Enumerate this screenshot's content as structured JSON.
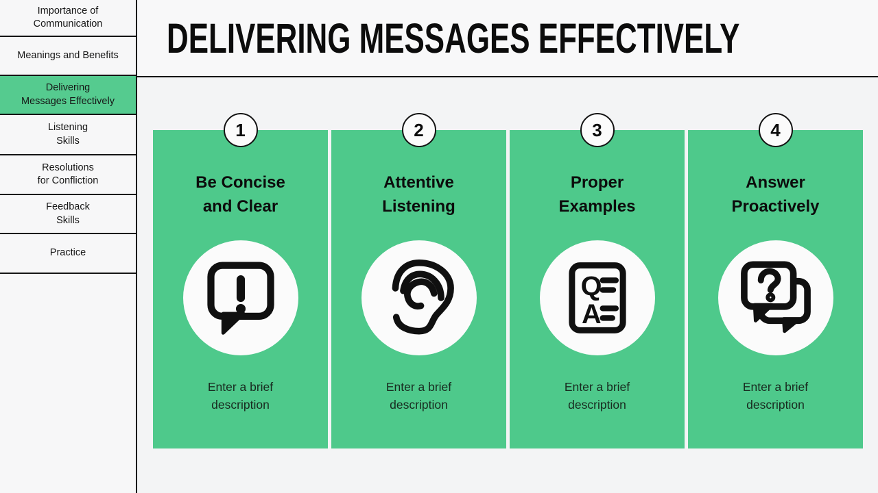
{
  "header": {
    "title": "DELIVERING MESSAGES EFFECTIVELY"
  },
  "sidebar": {
    "items": [
      {
        "label": "Importance of\nCommunication",
        "active": false
      },
      {
        "label": "Meanings and Benefits",
        "active": false
      },
      {
        "label": "Delivering\nMessages Effectively",
        "active": true
      },
      {
        "label": "Listening\nSkills",
        "active": false
      },
      {
        "label": "Resolutions\nfor Confliction",
        "active": false
      },
      {
        "label": "Feedback\nSkills",
        "active": false
      },
      {
        "label": "Practice",
        "active": false
      }
    ]
  },
  "cards": [
    {
      "number": "1",
      "title": "Be Concise\nand Clear",
      "description": "Enter a brief\ndescription",
      "icon": "speech-bubble-exclamation-icon"
    },
    {
      "number": "2",
      "title": "Attentive\nListening",
      "description": "Enter a brief\ndescription",
      "icon": "ear-icon"
    },
    {
      "number": "3",
      "title": "Proper\nExamples",
      "description": "Enter a brief\ndescription",
      "icon": "question-answer-document-icon"
    },
    {
      "number": "4",
      "title": "Answer\nProactively",
      "description": "Enter a brief\ndescription",
      "icon": "chat-bubbles-question-icon"
    }
  ],
  "colors": {
    "card_green": "#4EC98B",
    "sidebar_active_green": "#55CB8F",
    "divider": "#141414",
    "header_bg": "#F8F8F9",
    "content_bg": "#F3F4F5",
    "circle_bg": "#FBFBFB"
  }
}
